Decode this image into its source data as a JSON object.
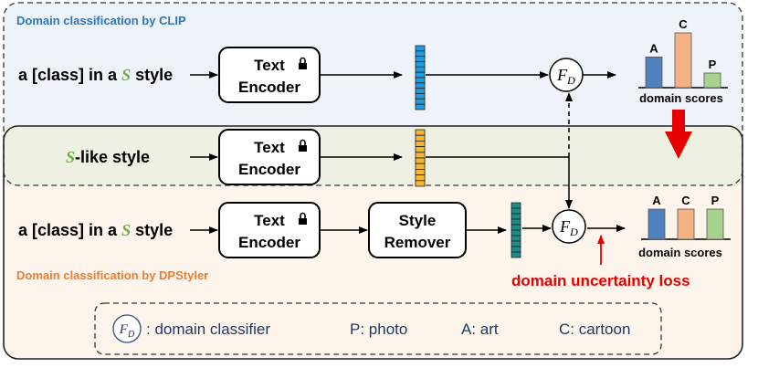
{
  "regions": {
    "clip_title": "Domain classification by CLIP",
    "dpstyler_title": "Domain classification by DPStyler"
  },
  "rows": {
    "clip": {
      "prompt_prefix": "a [class] in a",
      "style_token": "S",
      "prompt_suffix": "style",
      "encoder_line1": "Text",
      "encoder_line2": "Encoder"
    },
    "slike": {
      "style_token": "S",
      "prompt_suffix": "-like style",
      "encoder_line1": "Text",
      "encoder_line2": "Encoder"
    },
    "dpstyler": {
      "prompt_prefix": "a [class] in a",
      "style_token": "S",
      "prompt_suffix": "style",
      "encoder_line1": "Text",
      "encoder_line2": "Encoder",
      "remover_line1": "Style",
      "remover_line2": "Remover"
    }
  },
  "classifier": {
    "symbol": "F",
    "subscript": "D"
  },
  "clip_scores": {
    "caption": "domain scores",
    "categories": [
      "A",
      "C",
      "P"
    ],
    "values": [
      0.42,
      0.75,
      0.2
    ],
    "colors": [
      "#4f81bd",
      "#f4b183",
      "#a9d18e"
    ]
  },
  "dpstyler_scores": {
    "caption": "domain scores",
    "categories": [
      "A",
      "C",
      "P"
    ],
    "values": [
      0.33,
      0.33,
      0.33
    ],
    "colors": [
      "#4f81bd",
      "#f4b183",
      "#a9d18e"
    ]
  },
  "loss_label": "domain uncertainty loss",
  "legend": {
    "classifier_text": ": domain classifier",
    "p_text": "P: photo",
    "a_text": "A: art",
    "c_text": "C: cartoon"
  },
  "colors": {
    "clip_bg": "#eef3fa",
    "dpstyler_bg": "#fdf5ec",
    "overlap_bg": "#eef0e4",
    "clip_title": "#2e75b6",
    "dpstyler_title": "#ed7d31",
    "style_token": "#70ad47",
    "loss": "#e60000",
    "embed_clip": "#1f9bde",
    "embed_slike": "#f5b731",
    "embed_dp": "#1f8a8a"
  }
}
